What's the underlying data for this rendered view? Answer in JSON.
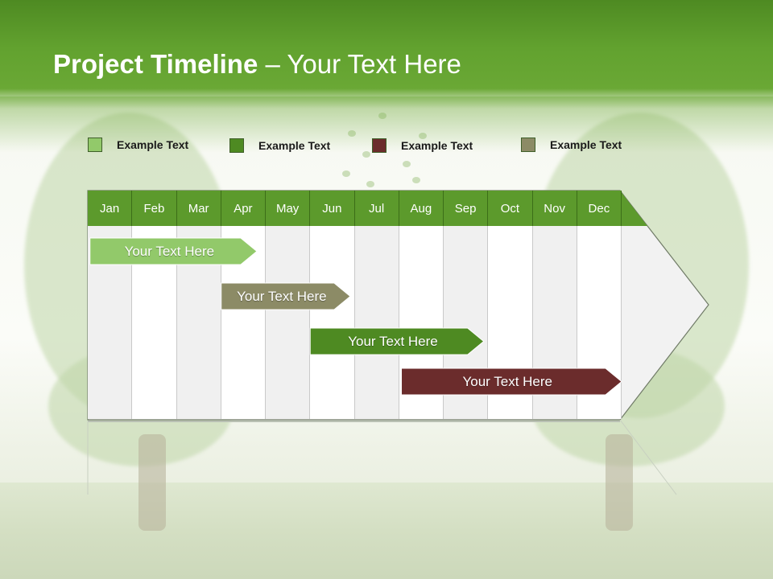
{
  "title": {
    "bold": "Project Timeline",
    "rest": " – Your Text Here"
  },
  "legend": [
    {
      "label": "Example Text",
      "color": "#92c96a"
    },
    {
      "label": "Example Text",
      "color": "#4e8a22"
    },
    {
      "label": "Example Text",
      "color": "#6b2c2c"
    },
    {
      "label": "Example Text",
      "color": "#8c8b66"
    }
  ],
  "months": [
    "Jan",
    "Feb",
    "Mar",
    "Apr",
    "May",
    "Jun",
    "Jul",
    "Aug",
    "Sep",
    "Oct",
    "Nov",
    "Dec"
  ],
  "tasks": [
    {
      "label": "Your  Text Here",
      "start_month": 0.05,
      "end_month": 3.8,
      "color": "#92c96a",
      "text_color": "#ffffff"
    },
    {
      "label": "Your  Text Here",
      "start_month": 3.0,
      "end_month": 5.9,
      "color": "#8c8b66",
      "text_color": "#ffffff"
    },
    {
      "label": "Your  Text Here",
      "start_month": 5.0,
      "end_month": 8.9,
      "color": "#4e8a22",
      "text_color": "#ffffff"
    },
    {
      "label": "Your  Text Here",
      "start_month": 7.05,
      "end_month": 12.0,
      "color": "#6b2c2c",
      "text_color": "#ffffff"
    }
  ],
  "colors": {
    "header_green": "#5c9a2c",
    "column_light": "#f0f0f0",
    "column_white": "#ffffff"
  }
}
